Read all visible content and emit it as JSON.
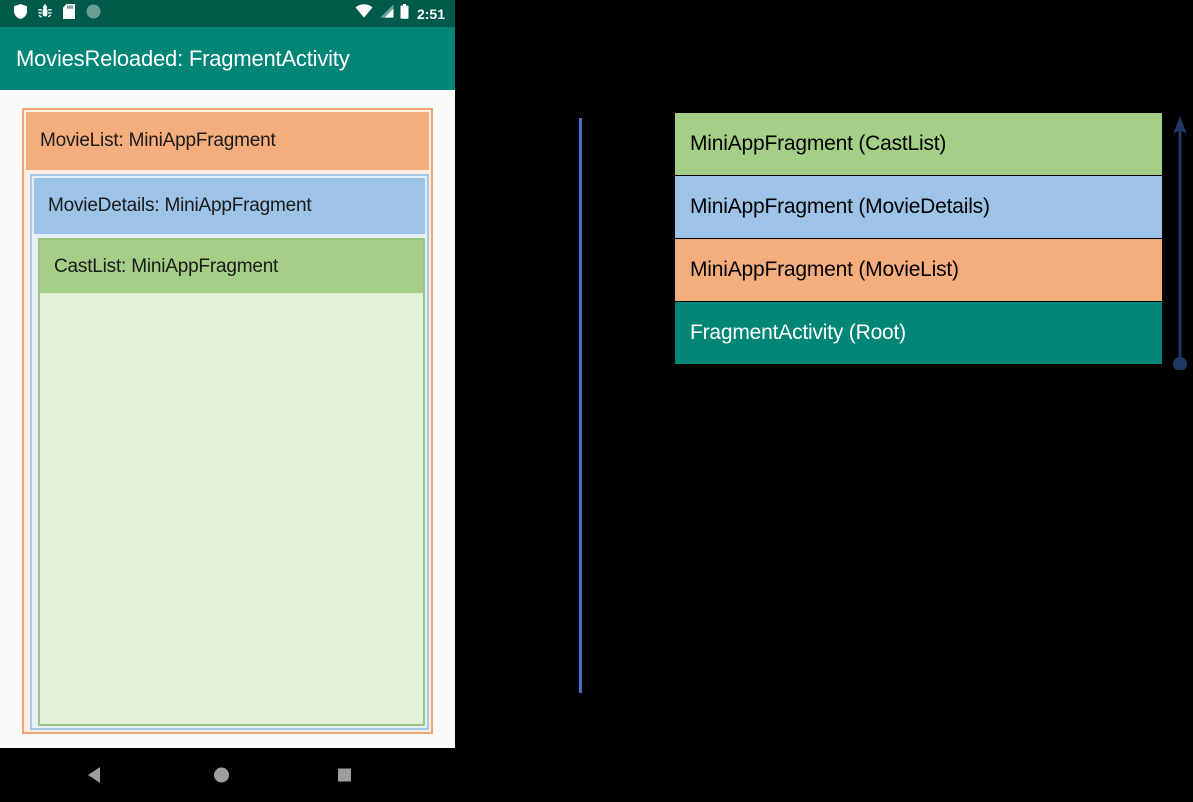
{
  "phone": {
    "status_bar": {
      "icons": [
        "shield-icon",
        "bug-icon",
        "sd-card-icon",
        "circle-icon"
      ],
      "right_icons": [
        "wifi-icon",
        "cellular-signal-icon",
        "battery-icon"
      ],
      "clock": "2:51",
      "background_color": "#005a4b"
    },
    "app_bar": {
      "title": "MoviesReloaded: FragmentActivity",
      "background_color": "#008577",
      "text_color": "#ffffff"
    },
    "fragments": [
      {
        "label": "MovieList: MiniAppFragment",
        "header_color": "#f4ae7e",
        "border_color": "#f2a477",
        "fill_color": "#fdeee3"
      },
      {
        "label": "MovieDetails: MiniAppFragment",
        "header_color": "#9dc3e6",
        "border_color": "#a7c7e9",
        "fill_color": "#e4eff9"
      },
      {
        "label": "CastList: MiniAppFragment",
        "header_color": "#a5ce87",
        "border_color": "#9ec57f",
        "fill_color": "#e2efd9"
      }
    ],
    "nav_bar": {
      "buttons": [
        "back-triangle-icon",
        "home-circle-icon",
        "recents-square-icon"
      ],
      "icon_color": "#9e9e9e"
    }
  },
  "diagram": {
    "divider_color": "#4472c4",
    "arrow_color": "#1f3864",
    "arrow_direction": "up",
    "stack": [
      {
        "label": "MiniAppFragment (CastList)",
        "color": "#a5ce87",
        "text_color": "#000000"
      },
      {
        "label": "MiniAppFragment (MovieDetails)",
        "color": "#9dc3e6",
        "text_color": "#000000"
      },
      {
        "label": "MiniAppFragment (MovieList)",
        "color": "#f4ae7e",
        "text_color": "#000000"
      },
      {
        "label": "FragmentActivity (Root)",
        "color": "#008576",
        "text_color": "#ffffff"
      }
    ]
  }
}
